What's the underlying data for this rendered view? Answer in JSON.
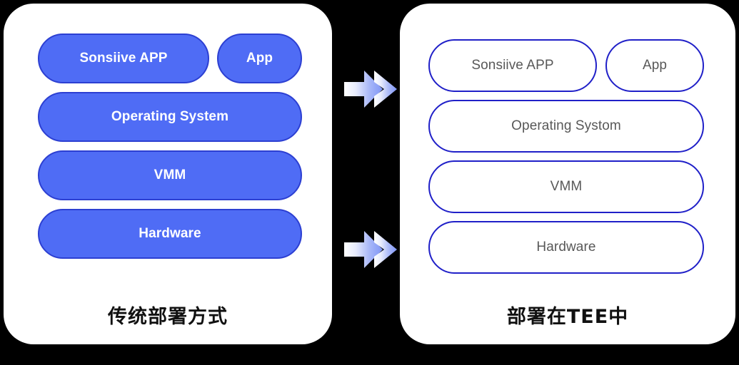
{
  "diagram": {
    "title": "Traditional deployment vs TEE deployment stack comparison",
    "background_color": "#000000",
    "card_color": "#ffffff",
    "accent_fill": "#4F6CF5",
    "accent_border": "#2C3FD2",
    "outline_color": "#2020C8",
    "outline_text_color": "#585858",
    "caption_color": "#111111",
    "arrow_gradient_from": "#ffffff",
    "arrow_gradient_to": "#8094F5"
  },
  "panels": [
    {
      "id": "traditional",
      "caption": "传统部署方式",
      "style": "filled",
      "rows": [
        {
          "type": "split",
          "boxes": [
            {
              "label": "Sonsiive APP"
            },
            {
              "label": "App"
            }
          ]
        },
        {
          "type": "full",
          "boxes": [
            {
              "label": "Operating System"
            }
          ]
        },
        {
          "type": "full",
          "boxes": [
            {
              "label": "VMM"
            }
          ]
        },
        {
          "type": "full",
          "boxes": [
            {
              "label": "Hardware"
            }
          ]
        }
      ]
    },
    {
      "id": "tee",
      "caption": "部署在TEE中",
      "style": "outline",
      "rows": [
        {
          "type": "split",
          "boxes": [
            {
              "label": "Sonsiive APP"
            },
            {
              "label": "App"
            }
          ]
        },
        {
          "type": "full",
          "boxes": [
            {
              "label": "Operating Systom"
            }
          ]
        },
        {
          "type": "full",
          "boxes": [
            {
              "label": "VMM"
            }
          ]
        },
        {
          "type": "full",
          "boxes": [
            {
              "label": "Hardware"
            }
          ]
        }
      ]
    }
  ],
  "arrows": [
    {
      "id": "arrow-top",
      "icon": "double-chevron-right-icon",
      "direction": "right"
    },
    {
      "id": "arrow-bottom",
      "icon": "double-chevron-right-icon",
      "direction": "right"
    }
  ]
}
